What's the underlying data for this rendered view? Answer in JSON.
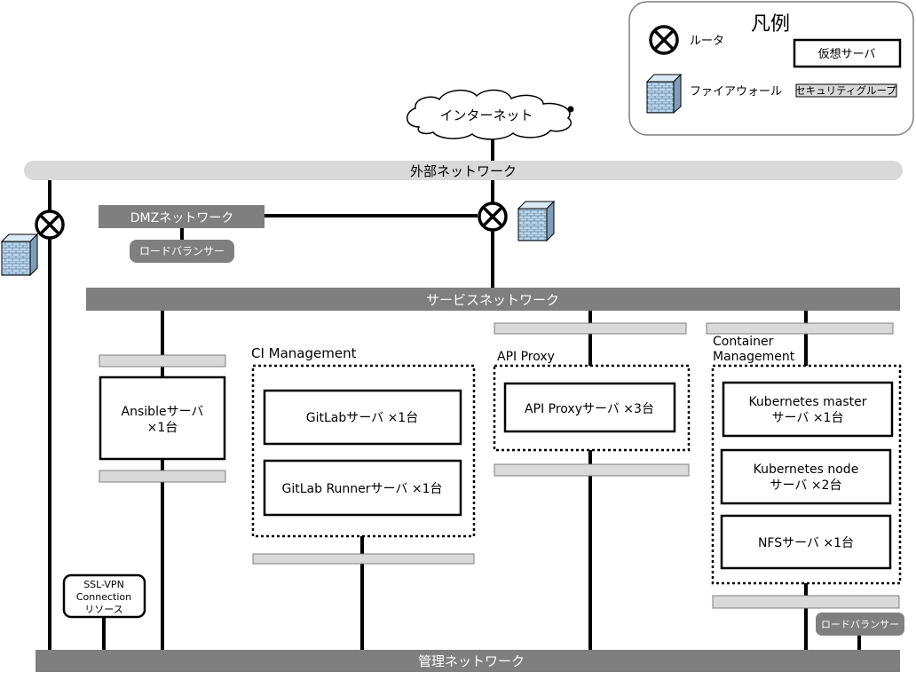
{
  "legend": {
    "title": "凡例",
    "router": "ルータ",
    "firewall": "ファイアウォール",
    "virtual_server": "仮想サーバ",
    "security_group": "セキュリティグループ"
  },
  "internet": "インターネット",
  "networks": {
    "external": "外部ネットワーク",
    "dmz": "DMZネットワーク",
    "service": "サービスネットワーク",
    "management": "管理ネットワーク"
  },
  "load_balancer": "ロードバランサー",
  "groups": {
    "ci": "CI Management",
    "api": "API Proxy",
    "container_line1": "Container",
    "container_line2": "Management"
  },
  "servers": {
    "ansible_line1": "Ansibleサーバ",
    "ansible_line2": "×1台",
    "gitlab": "GitLabサーバ ×1台",
    "gitlab_runner": "GitLab Runnerサーバ ×1台",
    "api_proxy": "API Proxyサーバ ×3台",
    "k8s_master_line1": "Kubernetes master",
    "k8s_master_line2": "サーバ ×1台",
    "k8s_node_line1": "Kubernetes node",
    "k8s_node_line2": "サーバ ×2台",
    "nfs": "NFSサーバ ×1台"
  },
  "ssl_vpn": {
    "line1": "SSL-VPN",
    "line2": "Connection",
    "line3": "リソース"
  },
  "colors": {
    "network_bar": "#7f7f7f",
    "external_bar": "#d9d9d9",
    "security_group": "#d9d9d9",
    "firewall": "#bdd7ee"
  }
}
